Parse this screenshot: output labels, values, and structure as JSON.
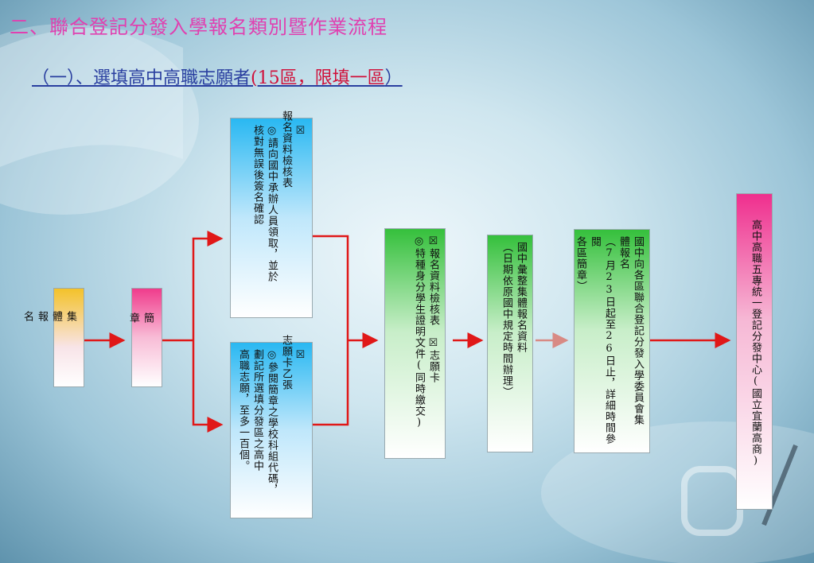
{
  "title": "二、聯合登記分發入學報名類別暨作業流程",
  "subtitle": {
    "prefix": "（一）、選填高中高職志願者",
    "emphasis_open": "(",
    "emphasis": "15區，限填一區",
    "emphasis_close": "）"
  },
  "boxes": {
    "register": {
      "lines": [
        "集",
        "體",
        "報",
        "名"
      ]
    },
    "brochure": {
      "lines": [
        "簡",
        "",
        "章"
      ]
    },
    "checklist": {
      "lines": [
        "☒",
        "報名資料檢核表",
        "◎請向國中承辦人員領取，並於",
        "核對無誤後簽名確認"
      ]
    },
    "choice_card": {
      "lines": [
        "☒",
        "志願卡乙張",
        "◎參閱簡章之學校科組代碼，",
        "劃記所選填分發區之高中",
        "高職志願，至多一百個。"
      ]
    },
    "special_docs": {
      "lines": [
        "☒報名資料檢核表　☒志願卡",
        "◎特種身分學生證明文件(同時繳交)"
      ]
    },
    "junior_high": {
      "lines": [
        "國中彙整集體報名資料",
        "（日期依原國中規定時間辦理）"
      ]
    },
    "district": {
      "lines": [
        "國中向各區聯合登記分發入學委員會集",
        "體報名",
        "（7月23日起至26日止，詳細時間參閱",
        "各區簡章）"
      ]
    },
    "center": {
      "lines": [
        "高中高職五專統一登記分發中心(國立宜蘭高商)"
      ]
    }
  },
  "colors": {
    "arrow": "#e01818",
    "last_arrow": "#d88a84",
    "title": "#e040b0",
    "subtitle": "#2a3fa0",
    "emphasis": "#d0103a"
  }
}
